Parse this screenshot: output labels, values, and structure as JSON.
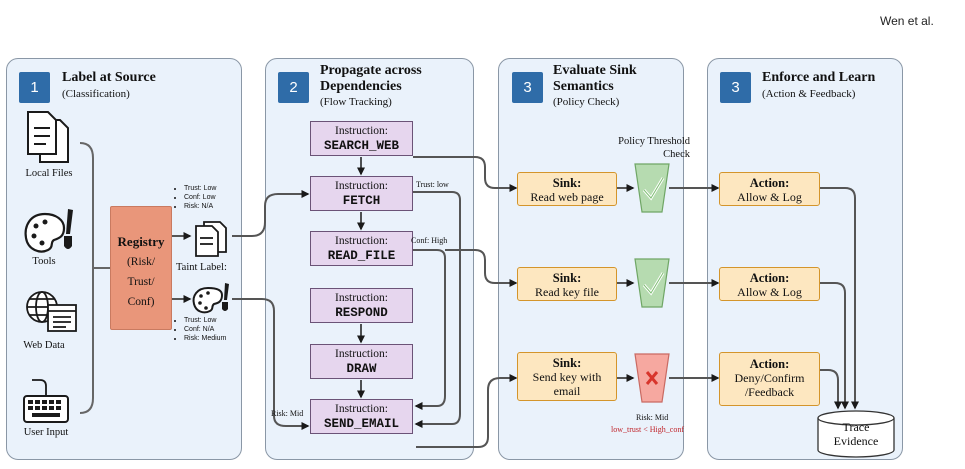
{
  "author": "Wen et al.",
  "colors": {
    "panel_bg": "#eaf2fb",
    "number_badge": "#2f6ca8",
    "instruction_bg": "#e6d6ee",
    "sink_bg": "#fde7c0",
    "registry_bg": "#e9967a",
    "check_green": "#b6dbb0",
    "check_red": "#f6a8a0"
  },
  "panels": [
    {
      "number": "1",
      "title": "Label at Source",
      "subtitle": "(Classification)"
    },
    {
      "number": "2",
      "title_line1": "Propagate across",
      "title_line2": "Dependencies",
      "subtitle": "(Flow Tracking)"
    },
    {
      "number": "3",
      "title_line1": "Evaluate Sink",
      "title_line2": "Semantics",
      "subtitle": "(Policy Check)"
    },
    {
      "number": "3",
      "title": "Enforce and Learn",
      "subtitle": "(Action & Feedback)"
    }
  ],
  "sources": [
    {
      "label": "Local Files",
      "icon": "files-icon"
    },
    {
      "label": "Tools",
      "icon": "palette-icon"
    },
    {
      "label": "Web Data",
      "icon": "globe-icon"
    },
    {
      "label": "User Input",
      "icon": "keyboard-icon"
    }
  ],
  "registry": {
    "title": "Registry",
    "line1": "(Risk/",
    "line2": "Trust/",
    "line3": "Conf)"
  },
  "label_top": [
    "Trust: Low",
    "Conf: Low",
    "Risk: N/A"
  ],
  "taint_label": "Taint Label:",
  "label_bottom": [
    "Trust: Low",
    "Conf: N/A",
    "Risk: Medium"
  ],
  "instructions": [
    {
      "label": "Instruction:",
      "name": "SEARCH_WEB"
    },
    {
      "label": "Instruction:",
      "name": "FETCH"
    },
    {
      "label": "Instruction:",
      "name": "READ_FILE"
    },
    {
      "label": "Instruction:",
      "name": "RESPOND"
    },
    {
      "label": "Instruction:",
      "name": "DRAW"
    },
    {
      "label": "Instruction:",
      "name": "SEND_EMAIL"
    }
  ],
  "edge_labels": {
    "trust_low": "Trust: low",
    "conf_high": "Conf: High",
    "risk_mid": "Risk: Mid"
  },
  "policy": {
    "line1": "Policy Threshold",
    "line2": "Check"
  },
  "sinks": [
    {
      "title": "Sink:",
      "line1": "Read web page",
      "line2": ""
    },
    {
      "title": "Sink:",
      "line1": "Read key file",
      "line2": ""
    },
    {
      "title": "Sink:",
      "line1": "Send key with",
      "line2": "email"
    }
  ],
  "checks": [
    {
      "result": "pass",
      "icon": "checkmark-icon"
    },
    {
      "result": "pass",
      "icon": "checkmark-icon"
    },
    {
      "result": "fail",
      "icon": "x-mark-icon"
    }
  ],
  "risk_note": "Risk: Mid",
  "condition": "low_trust < High_conf",
  "actions": [
    {
      "title": "Action:",
      "line1": "Allow & Log",
      "line2": ""
    },
    {
      "title": "Action:",
      "line1": "Allow & Log",
      "line2": ""
    },
    {
      "title": "Action:",
      "line1": "Deny/Confirm",
      "line2": "/Feedback"
    }
  ],
  "evidence": {
    "line1": "Trace",
    "line2": "Evidence"
  }
}
